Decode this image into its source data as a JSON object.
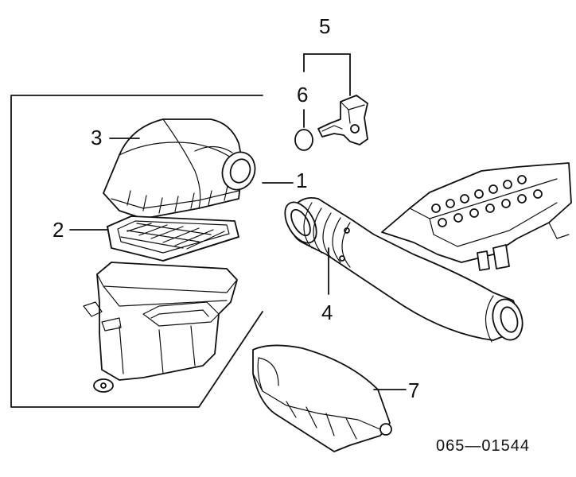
{
  "callouts": {
    "c1": "1",
    "c2": "2",
    "c3": "3",
    "c4": "4",
    "c5": "5",
    "c6": "6",
    "c7": "7"
  },
  "part_number": "065—01544"
}
